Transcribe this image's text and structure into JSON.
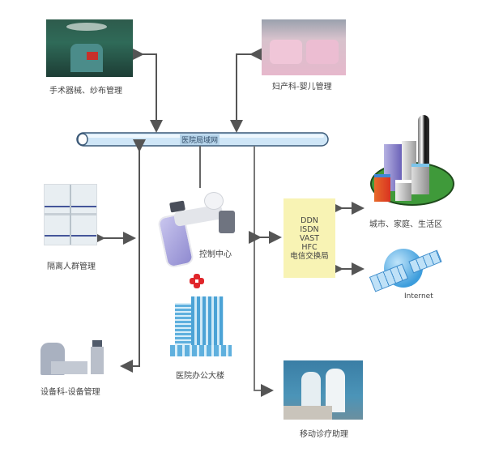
{
  "bus": {
    "label": "医院局域网"
  },
  "nodes": {
    "surgery": {
      "label": "手术器械、纱布管理",
      "icon": "operating-room-photo"
    },
    "maternity": {
      "label": "妇产科-婴儿管理",
      "icon": "nursery-photo"
    },
    "isolation": {
      "label": "隔离人群管理",
      "icon": "isolation-ward-photo"
    },
    "equipment": {
      "label": "设备科-设备管理",
      "icon": "medical-equipment-photo"
    },
    "control": {
      "label": "控制中心",
      "icon": "handheld-reader-icon"
    },
    "office": {
      "label": "医院办公大楼",
      "icon": "hospital-building-icon"
    },
    "mobile": {
      "label": "移动诊疗助理",
      "icon": "nurses-photo"
    },
    "city": {
      "label": "城市、家庭、生活区",
      "icon": "city-buildings-icon"
    },
    "internet": {
      "label": "Internet",
      "icon": "globe-satellite-icon"
    }
  },
  "telecom": {
    "lines": [
      "DDN",
      "ISDN",
      "VAST",
      "HFC",
      "电信交换局"
    ]
  },
  "colors": {
    "bus_fill": "#cfe6f7",
    "bus_stroke": "#3c5a78",
    "telecom_fill": "#f8f3b4",
    "line": "#555555",
    "cross": "#e0262b"
  }
}
